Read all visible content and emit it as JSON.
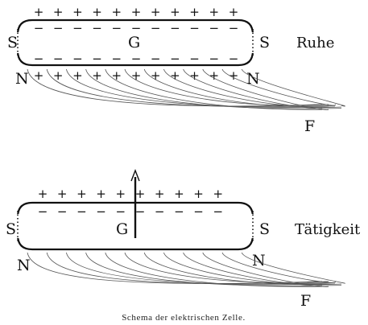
{
  "panels": [
    {
      "state": "Ruhe",
      "cell_label": "G",
      "left_end_top": "S",
      "right_end_top": "S",
      "left_end_bottom": "N",
      "right_end_bottom": "N",
      "fibre_label": "F",
      "arrow": false
    },
    {
      "state": "Tätigkeit",
      "cell_label": "G",
      "left_end_top": "S",
      "right_end_top": "S",
      "left_end_bottom": "N",
      "right_end_bottom": "N",
      "fibre_label": "F",
      "arrow": true
    }
  ],
  "signs": {
    "plus": "+",
    "minus": "−"
  },
  "caption": "Schema der elektrischen Zelle."
}
